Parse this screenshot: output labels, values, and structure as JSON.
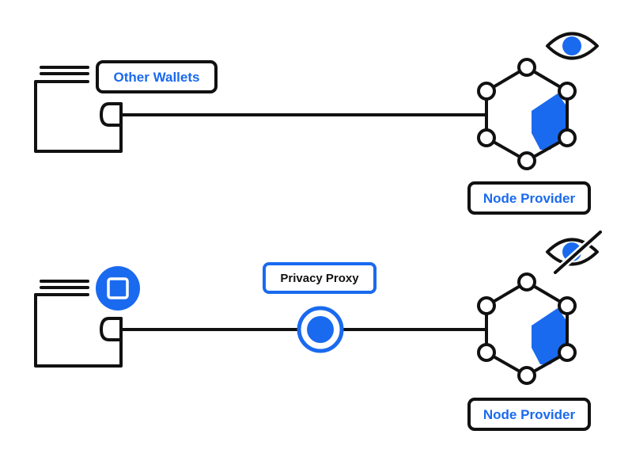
{
  "labels": {
    "other_wallets": "Other Wallets",
    "node_provider_top": "Node Provider",
    "privacy_proxy": "Privacy Proxy",
    "node_provider_bottom": "Node Provider"
  },
  "colors": {
    "accent": "#1A6AEF",
    "ink": "#111111",
    "background": "#FFFFFF"
  },
  "icons": {
    "top_right": "eye-icon",
    "bottom_right": "eye-slash-icon",
    "wallet": "wallet-icon",
    "badge": "stop-square-icon",
    "proxy": "target-circle-icon",
    "node": "hexagon-network-icon"
  }
}
